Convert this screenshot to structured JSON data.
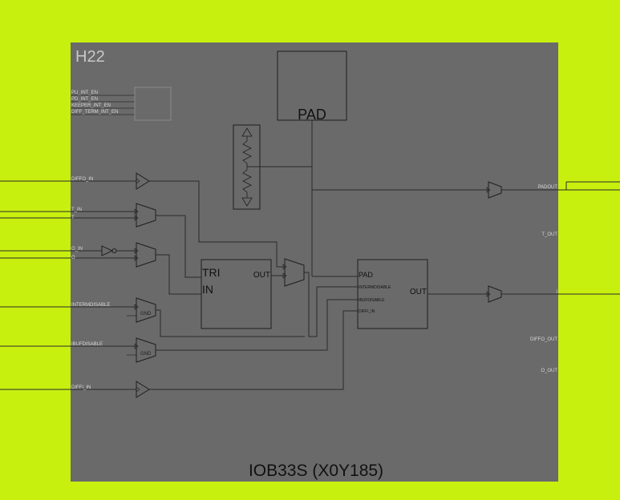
{
  "colors": {
    "background": "#c8f00f",
    "tile": "#6a6a6a",
    "wire": "#2a2a2a",
    "tile_label": "#c8c8c8",
    "pin_label": "#d8d8d8",
    "faint_box": "#8a8a8a"
  },
  "tile": {
    "site_label": "H22",
    "footer_title": "IOB33S (X0Y185)"
  },
  "pad": {
    "label": "PAD"
  },
  "small_inputs": [
    "PU_INT_EN",
    "PD_INT_EN",
    "KEEPER_INT_EN",
    "DIFF_TERM_INT_EN"
  ],
  "left_pins": {
    "diffo_in": "DIFFO_IN",
    "t_in": "T_IN",
    "t": "T",
    "o_in": "O_IN",
    "o": "O",
    "intermdisable": "INTERMDISABLE",
    "ibufdisable": "IBUFDISABLE",
    "diffi_in": "DIFFI_IN"
  },
  "right_pins": {
    "padout": "PADOUT",
    "t_out": "T_OUT",
    "i": "I",
    "diffo_out": "DIFFO_OUT",
    "o_out": "O_OUT"
  },
  "tri_block": {
    "line1": "TRI",
    "line2": "IN",
    "out": "OUT"
  },
  "ibuf_block": {
    "pad": "PAD",
    "intermdisable": "INTERMDISABLE",
    "ibufdisable": "IBUFDISABLE",
    "diffi_in": "DIFFI_IN",
    "out": "OUT"
  },
  "gate_labels": {
    "gnd": "GND"
  }
}
